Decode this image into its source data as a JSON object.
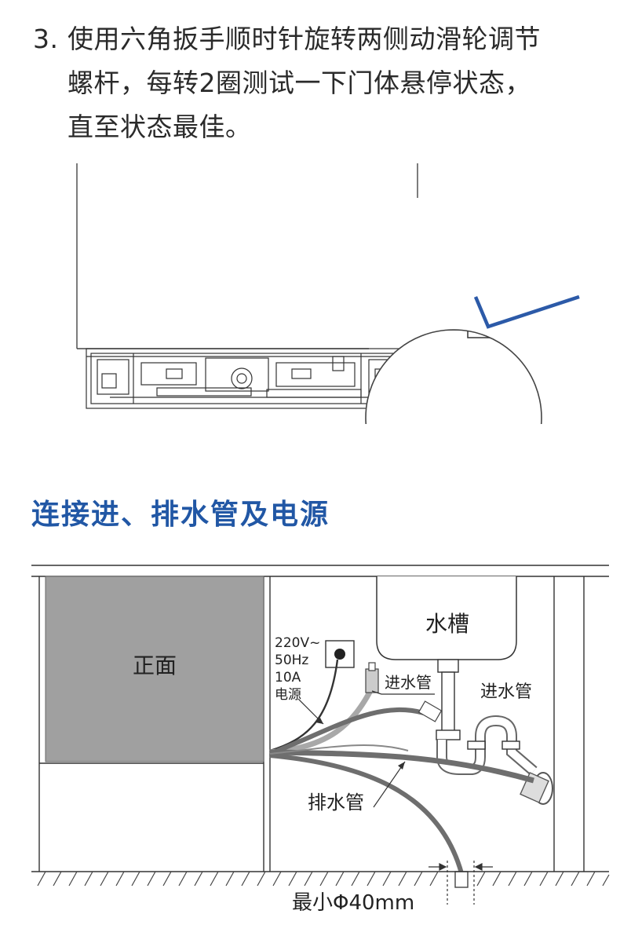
{
  "instruction": {
    "number": "3.",
    "lines": [
      "使用六角扳手顺时针旋转两侧动滑轮调节",
      "螺杆，每转2圈测试一下门体悬停状态，",
      "直至状态最佳。"
    ]
  },
  "section_title": "连接进、排水管及电源",
  "diagram": {
    "front_label": "正面",
    "sink_label": "水槽",
    "power_lines": [
      "220V~",
      "50Hz",
      "10A",
      "电源"
    ],
    "inlet_label_near": "进水管",
    "inlet_label_far": "进水管",
    "drain_label": "排水管",
    "min_diameter_label": "最小Φ40mm"
  },
  "colors": {
    "heading": "#2157a5",
    "pointer_line": "#2c5aa8",
    "front_panel": "#a0a0a0",
    "hose": "#707070",
    "hose_light": "#a8a8a8"
  }
}
